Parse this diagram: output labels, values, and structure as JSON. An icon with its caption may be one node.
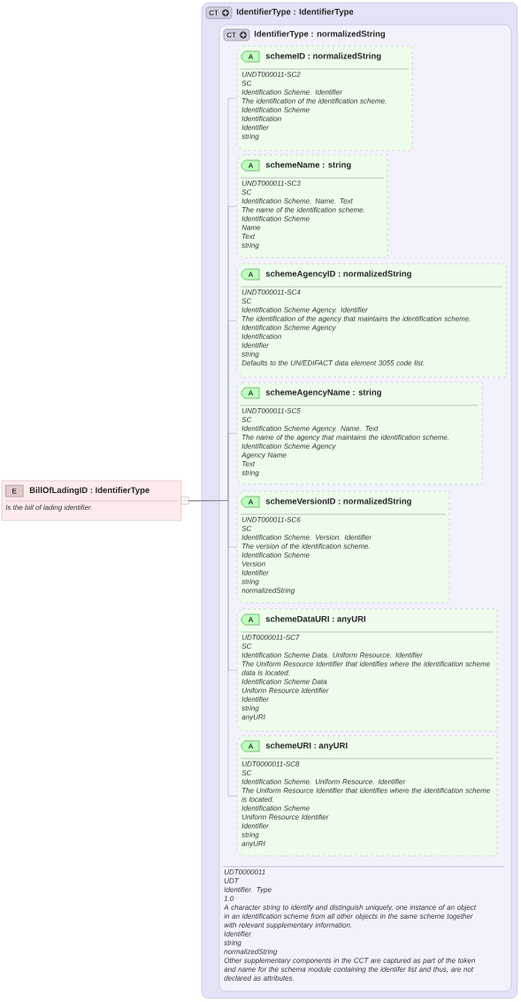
{
  "diagram": {
    "nodes": [
      {
        "text": [
          "E",
          "BillOfLadingID : IdentifierType",
          "Is the bill of lading identifier."
        ]
      },
      {
        "text": [
          "CT",
          "IdentifierType : IdentifierType"
        ]
      },
      {
        "text": [
          "CT",
          "IdentifierType : normalizedString",
          "UDT0000011",
          "UDT",
          "Identifier. Type",
          "1.0",
          "A character string to identify and distinguish uniquely, one instance of an object in an identification scheme from all other objects in the same scheme together with relevant supplementary information.",
          "Identifier",
          "string",
          "normalizedString",
          "Other supplementary components in the CCT are captured as part of the token and name for the schema module containing the identifer list and thus, are not declared as attributes."
        ],
        "in": 1
      },
      {
        "text": [
          "A",
          "schemeID : normalizedString",
          "UNDT000011-SC2",
          "SC",
          "Identification Scheme. Identifier",
          "The identification of the identification scheme.",
          "Identification Scheme",
          "Identification",
          "Identifier",
          "string"
        ],
        "in": 2
      },
      {
        "text": [
          "A",
          "schemeName : string",
          "UNDT000011-SC3",
          "SC",
          "Identification Scheme. Name. Text",
          "The name of the identification scheme.",
          "Identification Scheme",
          "Name",
          "Text",
          "string"
        ],
        "in": 2
      },
      {
        "text": [
          "A",
          "schemeAgencyID : normalizedString",
          "UNDT000011-SC4",
          "SC",
          "Identification Scheme Agency. Identifier",
          "The identification of the agency that maintains the identification scheme.",
          "Identification Scheme Agency",
          "Identification",
          "Identifier",
          "string",
          "Defaults to the UN/EDIFACT data element 3055 code list."
        ],
        "in": 2
      },
      {
        "text": [
          "A",
          "schemeAgencyName : string",
          "UNDT000011-SC5",
          "SC",
          "Identification Scheme Agency. Name. Text",
          "The name of the agency that maintains the identification scheme.",
          "Identification Scheme Agency",
          "Agency Name",
          "Text",
          "string"
        ],
        "in": 2
      },
      {
        "text": [
          "A",
          "schemeVersionID : normalizedString",
          "UNDT000011-SC6",
          "SC",
          "Identification Scheme. Version. Identifier",
          "The version of the identification scheme.",
          "Identification Scheme",
          "Version",
          "Identifier",
          "string",
          "normalizedString"
        ],
        "in": 2
      },
      {
        "text": [
          "A",
          "schemeDataURI : anyURI",
          "UDT0000011-SC7",
          "SC",
          "Identification Scheme Data. Uniform Resource. Identifier",
          "The Uniform Resource Identifier that identifies where the identification scheme data is located.",
          "Identification Scheme Data",
          "Uniform Resource Identifier",
          "Identifier",
          "string",
          "anyURI"
        ],
        "in": 2
      },
      {
        "text": [
          "A",
          "schemeURI : anyURI",
          "UDT0000011-SC8",
          "SC",
          "Identification Scheme. Uniform Resource. Identifier",
          "The Uniform Resource Identifier that identifies where the identification scheme is located.",
          "Identification Scheme",
          "Uniform Resource Identifier",
          "Identifier",
          "string",
          "anyURI"
        ],
        "in": 2
      }
    ],
    "edges": [
      {
        "from": 0,
        "to": 3,
        "arrow": "none"
      },
      {
        "from": 0,
        "to": 4,
        "arrow": "none"
      },
      {
        "from": 0,
        "to": 5,
        "arrow": "none"
      },
      {
        "from": 0,
        "to": 6,
        "arrow": "none"
      },
      {
        "from": 0,
        "to": 7,
        "arrow": "none"
      },
      {
        "from": 0,
        "to": 8,
        "arrow": "none"
      },
      {
        "from": 0,
        "to": 9,
        "arrow": "none"
      }
    ]
  }
}
